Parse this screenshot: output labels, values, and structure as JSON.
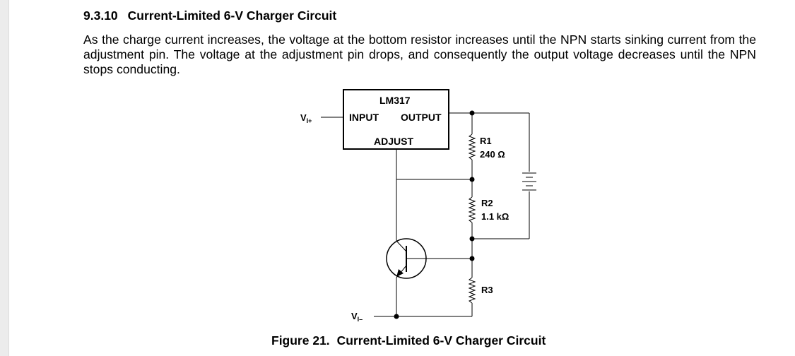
{
  "section": {
    "number": "9.3.10",
    "title": "Current-Limited 6-V Charger Circuit"
  },
  "paragraph": "As the charge current increases, the voltage at the bottom resistor increases until the NPN starts sinking current from the adjustment pin. The voltage at the adjustment pin drops, and consequently the output voltage decreases until the NPN stops conducting.",
  "circuit": {
    "regulator_label": "LM317",
    "input_label": "INPUT",
    "output_label": "OUTPUT",
    "adjust_label": "ADJUST",
    "vin_pos_main": "V",
    "vin_pos_sub": "I+",
    "vin_neg_main": "V",
    "vin_neg_sub": "I–",
    "r1_name": "R1",
    "r1_value": "240 Ω",
    "r2_name": "R2",
    "r2_value": "1.1 kΩ",
    "r3_name": "R3"
  },
  "caption": {
    "number": "Figure 21.",
    "title": "Current-Limited 6-V Charger Circuit"
  }
}
